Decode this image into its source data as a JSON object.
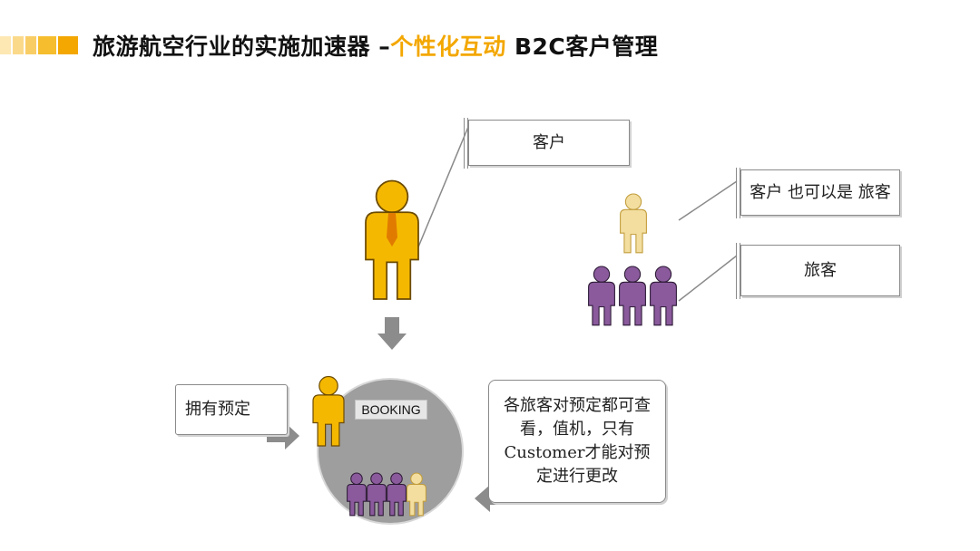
{
  "slide": {
    "title_main": "旅游航空行业的实施加速器 –",
    "title_highlight": "个性化互动",
    "title_tail": " B2C客户管理"
  },
  "labels": {
    "customer": "客户",
    "customer_also_traveler": "客户 也可以是 旅客",
    "traveler": "旅客",
    "booking": "BOOKING",
    "own_booking": "拥有预定",
    "info": "各旅客对预定都可查看，值机，只有Customer才能对预定进行更改"
  },
  "colors": {
    "accent": "#f3a700",
    "customer_figure": "#f5b800",
    "traveler_figure": "#8a5a9c",
    "pale_figure": "#f3dea0",
    "arrow": "#8c8c8c",
    "booking_circle": "#9e9e9e"
  }
}
